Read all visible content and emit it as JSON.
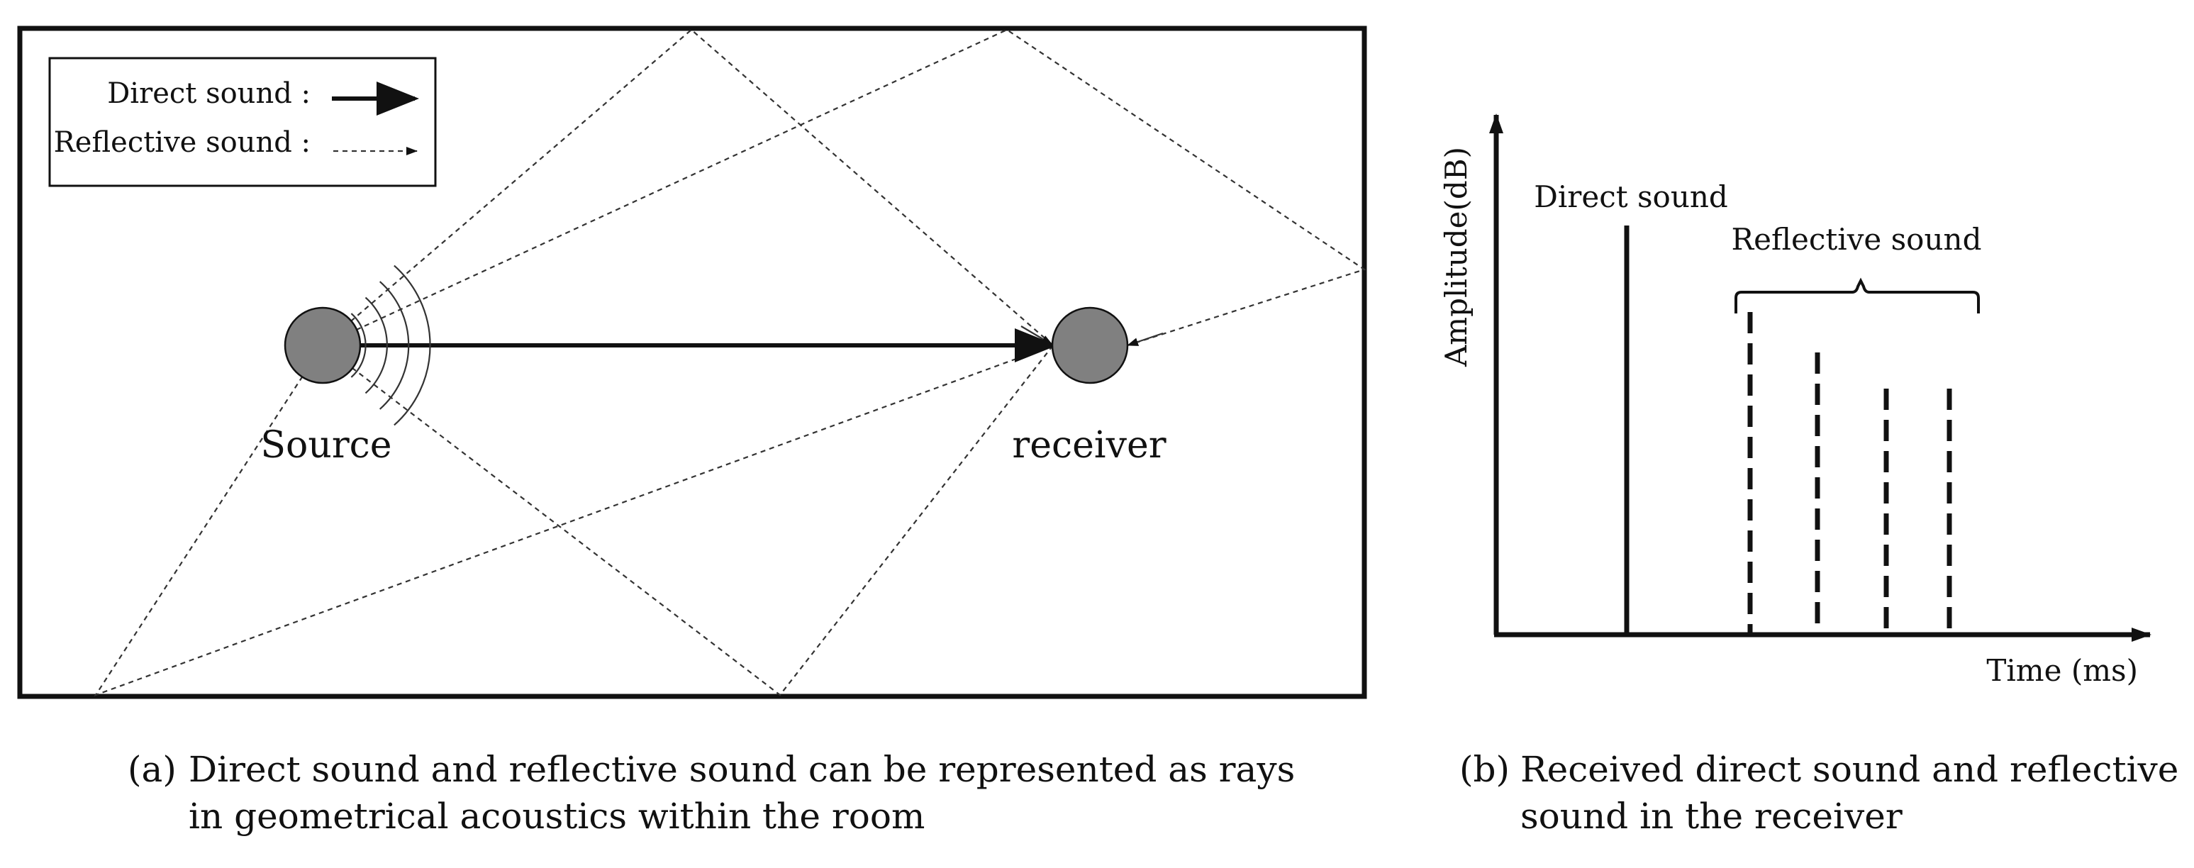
{
  "panel_a": {
    "legend": {
      "direct_label": "Direct sound :",
      "reflective_label": "Reflective sound :"
    },
    "source_label": "Source",
    "receiver_label": "receiver",
    "caption": {
      "tag": "(a)",
      "line1": "Direct sound and reflective sound can be represented as rays",
      "line2": "in geometrical acoustics within the room"
    }
  },
  "panel_b": {
    "y_axis_label": "Amplitude(dB)",
    "x_axis_label": "Time (ms)",
    "direct_label": "Direct sound",
    "reflective_label": "Reflective sound",
    "caption": {
      "tag": "(b)",
      "line1": "Received direct sound and reflective",
      "line2": "sound in the receiver"
    }
  },
  "colors": {
    "node_fill": "#808080",
    "line": "#111111",
    "background": "#ffffff"
  }
}
